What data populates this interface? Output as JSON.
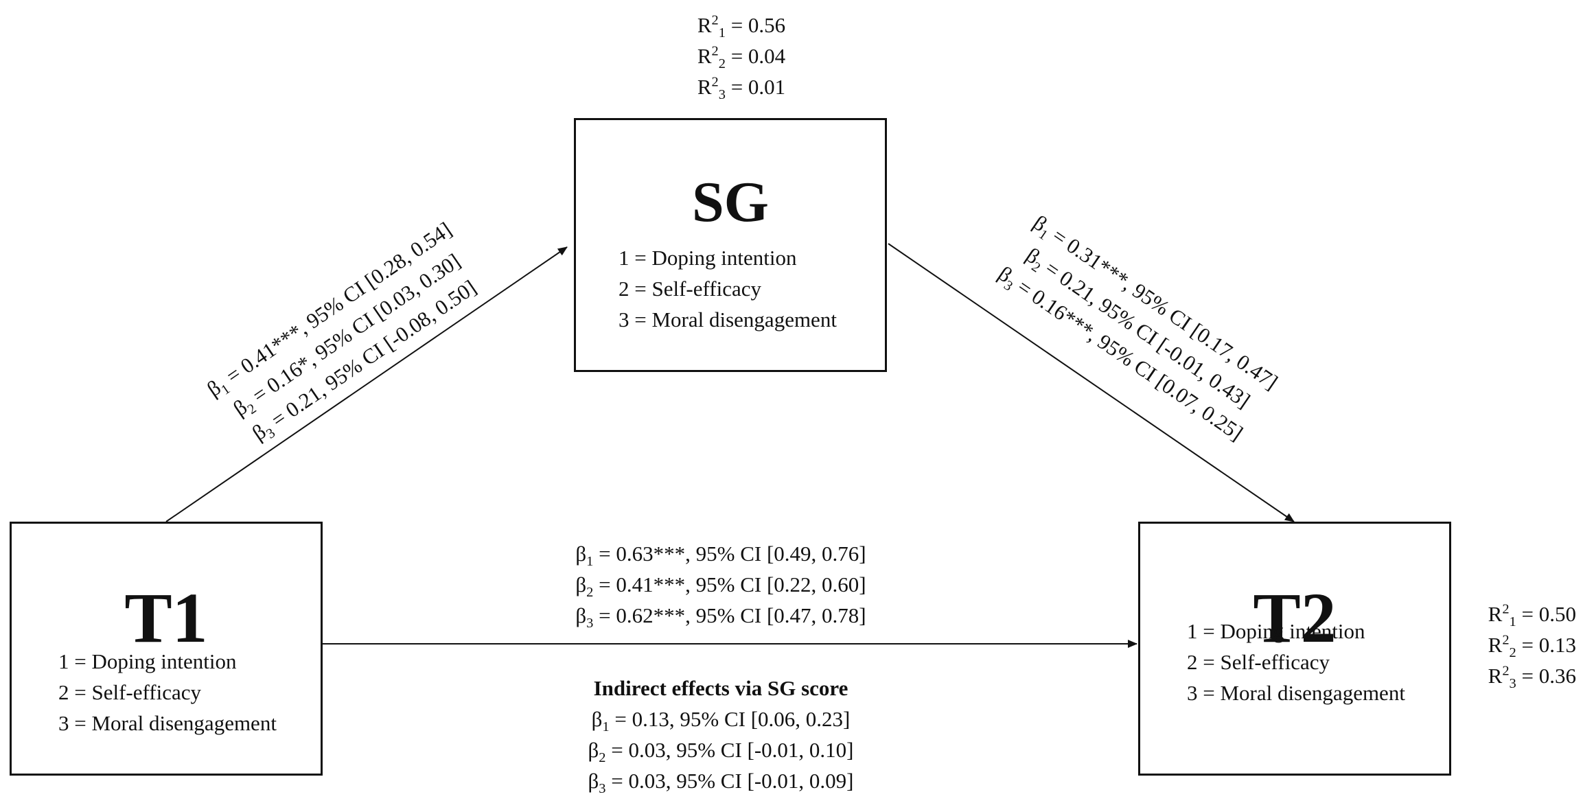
{
  "nodes": {
    "sg": {
      "title": "SG",
      "items": [
        "1 = Doping intention",
        "2 = Self-efficacy",
        "3 = Moral disengagement"
      ],
      "r2": [
        {
          "sym": "R",
          "sup": "2",
          "sub": "1",
          "val": " = 0.56"
        },
        {
          "sym": "R",
          "sup": "2",
          "sub": "2",
          "val": " = 0.04"
        },
        {
          "sym": "R",
          "sup": "2",
          "sub": "3",
          "val": " = 0.01"
        }
      ]
    },
    "t1": {
      "title": "T1",
      "items": [
        "1 = Doping intention",
        "2 = Self-efficacy",
        "3 = Moral disengagement"
      ]
    },
    "t2": {
      "title": "T2",
      "items": [
        "1 = Doping intention",
        "2 = Self-efficacy",
        "3 = Moral disengagement"
      ],
      "r2": [
        {
          "sym": "R",
          "sup": "2",
          "sub": "1",
          "val": " = 0.50"
        },
        {
          "sym": "R",
          "sup": "2",
          "sub": "2",
          "val": " = 0.13"
        },
        {
          "sym": "R",
          "sup": "2",
          "sub": "3",
          "val": " = 0.36"
        }
      ]
    }
  },
  "paths": {
    "t1_sg": [
      {
        "sym": "β",
        "sub": "1",
        "val": " = 0.41***, 95% CI [0.28, 0.54]"
      },
      {
        "sym": "β",
        "sub": "2",
        "val": " = 0.16*, 95% CI [0.03, 0.30]"
      },
      {
        "sym": "β",
        "sub": "3",
        "val": " = 0.21, 95% CI [-0.08, 0.50]"
      }
    ],
    "sg_t2": [
      {
        "sym": "β",
        "sub": "1",
        "val": " = 0.31***, 95% CI [0.17, 0.47]"
      },
      {
        "sym": "β",
        "sub": "2",
        "val": " = 0.21, 95% CI [-0.01, 0.43]"
      },
      {
        "sym": "β",
        "sub": "3",
        "val": " = 0.16***, 95% CI [0.07, 0.25]"
      }
    ],
    "t1_t2": [
      {
        "sym": "β",
        "sub": "1",
        "val": " = 0.63***, 95% CI [0.49, 0.76]"
      },
      {
        "sym": "β",
        "sub": "2",
        "val": " = 0.41***, 95% CI [0.22, 0.60]"
      },
      {
        "sym": "β",
        "sub": "3",
        "val": " = 0.62***, 95% CI [0.47, 0.78]"
      }
    ]
  },
  "indirect": {
    "heading": "Indirect effects via SG score",
    "items": [
      {
        "sym": "β",
        "sub": "1",
        "val": " = 0.13, 95% CI [0.06, 0.23]"
      },
      {
        "sym": "β",
        "sub": "2",
        "val": " = 0.03, 95% CI [-0.01, 0.10]"
      },
      {
        "sym": "β",
        "sub": "3",
        "val": " = 0.03, 95% CI [-0.01, 0.09]"
      }
    ]
  }
}
